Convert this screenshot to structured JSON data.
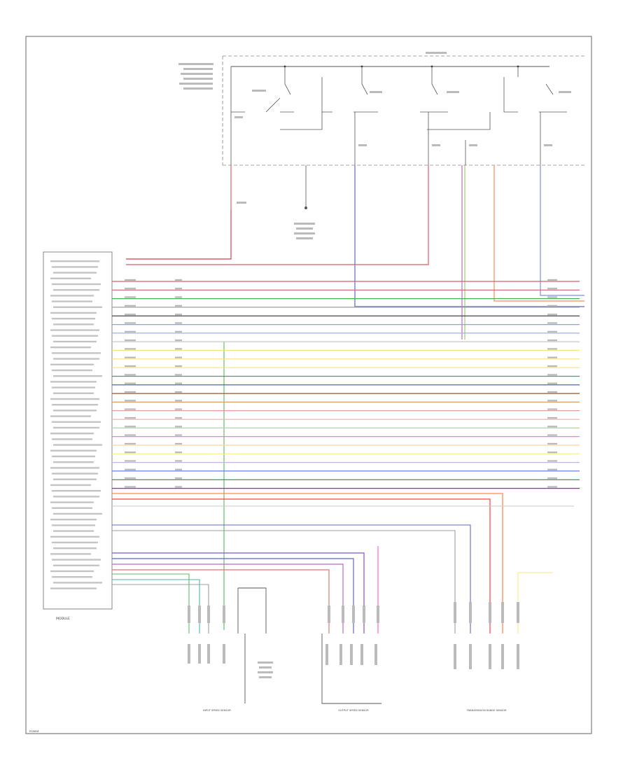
{
  "diagram": {
    "module_label": "MODULE",
    "footer_code": "PGMINF",
    "sensors": [
      {
        "label": "INPUT SPEED SENSOR"
      },
      {
        "label": "OUTPUT SPEED SENSOR"
      },
      {
        "label": "TRANSMISSION RANGE SENSOR"
      }
    ],
    "wire_colors": [
      "#e05a6a",
      "#e05a6a",
      "#4caf50",
      "#9e9e9e",
      "#333333",
      "#8aa4d8",
      "#9fb3e0",
      "#c0c0c0",
      "#f5e37a",
      "#f5e37a",
      "#f5e37a",
      "#3aa07a",
      "#3f51b5",
      "#a0522d",
      "#d7a070",
      "#e09090",
      "#f0b0b0",
      "#b0d890",
      "#ff66cc",
      "#ffd0a0",
      "#f5ee90",
      "#c4b4e8",
      "#6a7ee0",
      "#2e8b57",
      "#9c27b0",
      "#7b5cd6",
      "#3cd0f0",
      "#ff8a50",
      "#ff4040",
      "#c8c8c8",
      "#5c6bc0",
      "#9e9e9e",
      "#bdbdbd",
      "#7e57c2",
      "#ba68c8",
      "#e57373",
      "#66bb6a",
      "#4db6ac"
    ]
  }
}
